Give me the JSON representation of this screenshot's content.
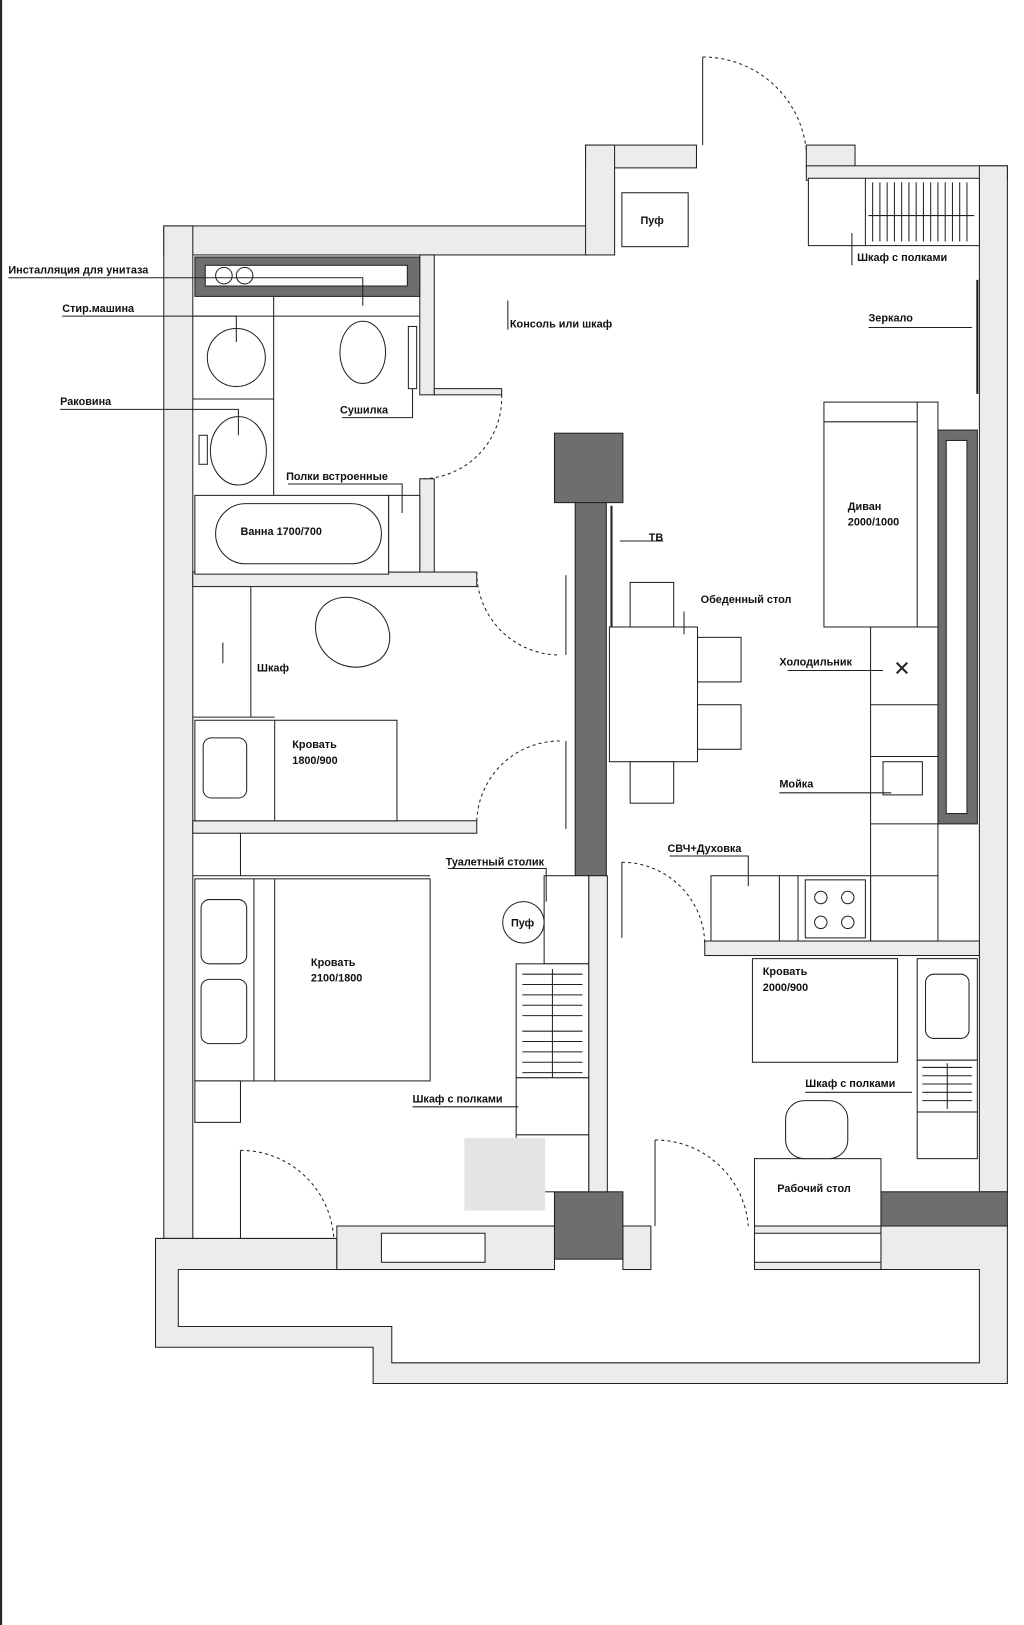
{
  "plan": {
    "labels": {
      "toilet_install": "Инсталляция для унитаза",
      "washer": "Стир.машина",
      "sink": "Раковина",
      "dryer": "Сушилка",
      "console": "Консоль или шкаф",
      "shelves_builtin": "Полки встроенные",
      "bath": "Ванна 1700/700",
      "pouf_top": "Пуф",
      "wardrobe_shelves_top": "Шкаф с полками",
      "mirror": "Зеркало",
      "sofa_name": "Диван",
      "sofa_size": "2000/1000",
      "tv": "ТВ",
      "dining_table": "Обеденный стол",
      "wardrobe": "Шкаф",
      "fridge": "Холодильник",
      "bed1_name": "Кровать",
      "bed1_size": "1800/900",
      "kitchen_sink": "Мойка",
      "dressing_table": "Туалетный столик",
      "microwave_oven": "СВЧ+Духовка",
      "pouf_bedroom": "Пуф",
      "bed2_name": "Кровать",
      "bed2_size": "2100/1800",
      "bed3_name": "Кровать",
      "bed3_size": "2000/900",
      "wardrobe_shelves_right": "Шкаф с полками",
      "wardrobe_shelves_mid": "Шкаф с полками",
      "desk": "Рабочий стол"
    }
  }
}
